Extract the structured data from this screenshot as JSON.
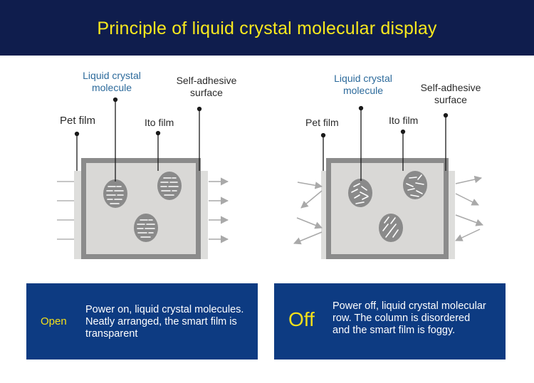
{
  "header": {
    "title": "Principle of liquid crystal molecular display"
  },
  "panels": [
    {
      "labels": {
        "molecule": "Liquid crystal molecule",
        "adhesive": "Self-adhesive surface",
        "pet": "Pet film",
        "ito": "Ito film"
      },
      "state": "aligned"
    },
    {
      "labels": {
        "molecule": "Liquid crystal molecule",
        "adhesive": "Self-adhesive surface",
        "pet": "Pet film",
        "ito": "Ito film"
      },
      "state": "disordered"
    }
  ],
  "boxes": [
    {
      "tag": "Open",
      "text": "Power on, liquid crystal molecules. Neatly arranged, the smart film is transparent"
    },
    {
      "tag": "Off",
      "text": "Power off, liquid crystal molecular row. The column is disordered and the smart film is foggy."
    }
  ],
  "colors": {
    "header_bg": "#0f1d4d",
    "title": "#f7e81e",
    "box_bg": "#0d3b82",
    "tag": "#f3e01a",
    "label_blue": "#2c6a9b"
  }
}
